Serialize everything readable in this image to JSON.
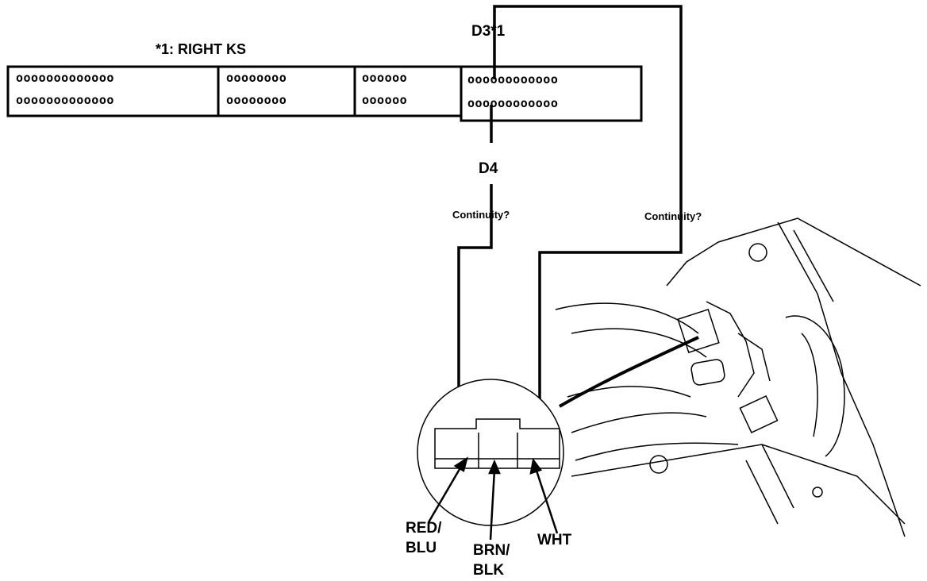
{
  "note": "*1: RIGHT KS",
  "terminals": {
    "d3": "D3*1",
    "d4": "D4"
  },
  "checks": {
    "left": "Continuity?",
    "right": "Continuity?"
  },
  "wires": {
    "red_blu": [
      "RED/",
      "BLU"
    ],
    "brn_blk": [
      "BRN/",
      "BLK"
    ],
    "wht": "WHT"
  },
  "connector_rows": {
    "block1": "ooooooooooooo",
    "block2": "oooooooo",
    "block3": "oooooo",
    "block4": "oooooooooooo"
  }
}
